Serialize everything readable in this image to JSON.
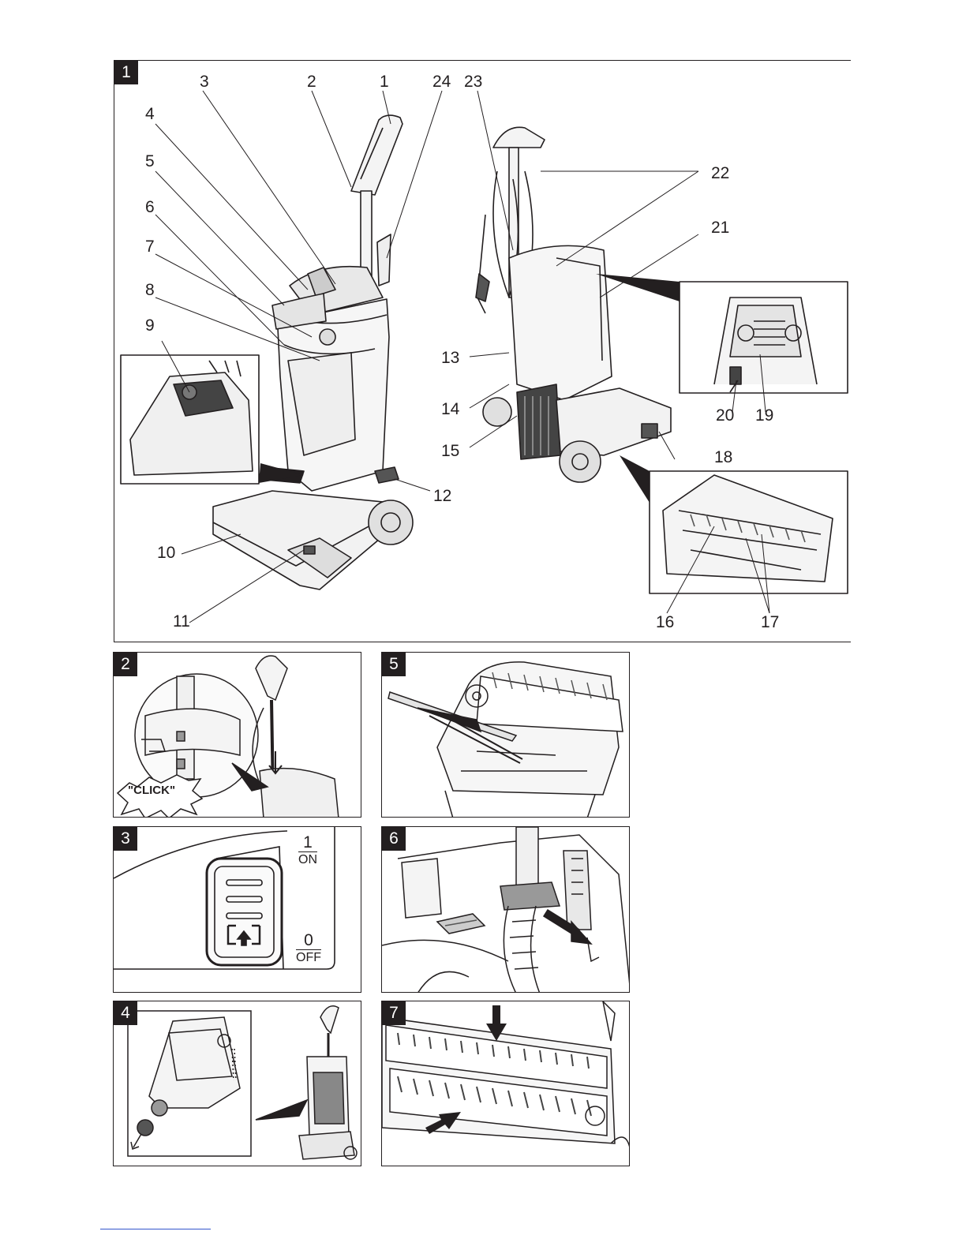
{
  "figure1": {
    "number": "1",
    "callouts": [
      "1",
      "2",
      "3",
      "4",
      "5",
      "6",
      "7",
      "8",
      "9",
      "10",
      "11",
      "12",
      "13",
      "14",
      "15",
      "16",
      "17",
      "18",
      "19",
      "20",
      "21",
      "22",
      "23",
      "24"
    ]
  },
  "figure2": {
    "number": "2",
    "click_text": "\"CLICK\""
  },
  "figure3": {
    "number": "3",
    "switch_on": {
      "num": "1",
      "word": "ON"
    },
    "switch_off": {
      "num": "0",
      "word": "OFF"
    }
  },
  "figure4": {
    "number": "4"
  },
  "figure5": {
    "number": "5"
  },
  "figure6": {
    "number": "6"
  },
  "figure7": {
    "number": "7"
  }
}
